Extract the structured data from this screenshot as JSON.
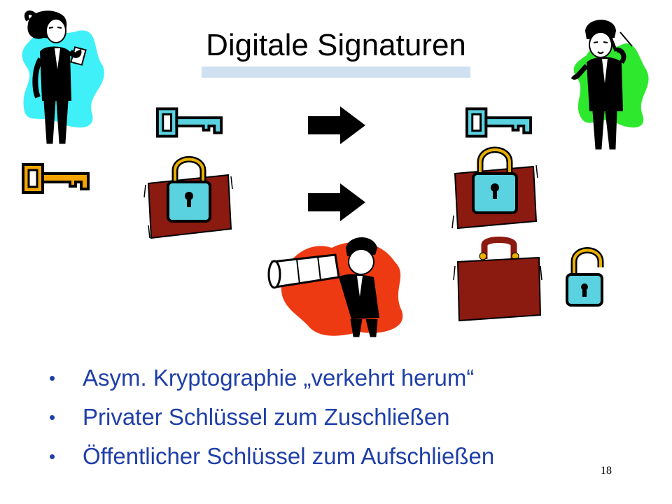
{
  "slide": {
    "title": "Digitale Signaturen",
    "page_number": "18"
  },
  "bullets": [
    "Asym. Kryptographie „verkehrt herum“",
    "Privater Schlüssel zum Zuschließen",
    "Öffentlicher Schlüssel zum Aufschließen"
  ],
  "icons": {
    "sender": "woman-phone-icon",
    "receiver": "man-phone-icon",
    "eavesdropper": "man-telescope-icon",
    "private_key": "orange-key-icon",
    "public_key": "cyan-key-icon",
    "arrow": "right-arrow-icon",
    "locked_case": "locked-briefcase-icon",
    "open_case": "briefcase-icon",
    "open_lock": "open-padlock-icon"
  },
  "colors": {
    "bullet_text": "#1f3fa8",
    "title_underline": "#cfe0f0",
    "private_key": "#f5a400",
    "public_key": "#5ad2e0",
    "briefcase": "#8b1a10",
    "splash_cyan": "#3ff0f8",
    "splash_green": "#2ee82e",
    "splash_red": "#ee3a12"
  }
}
